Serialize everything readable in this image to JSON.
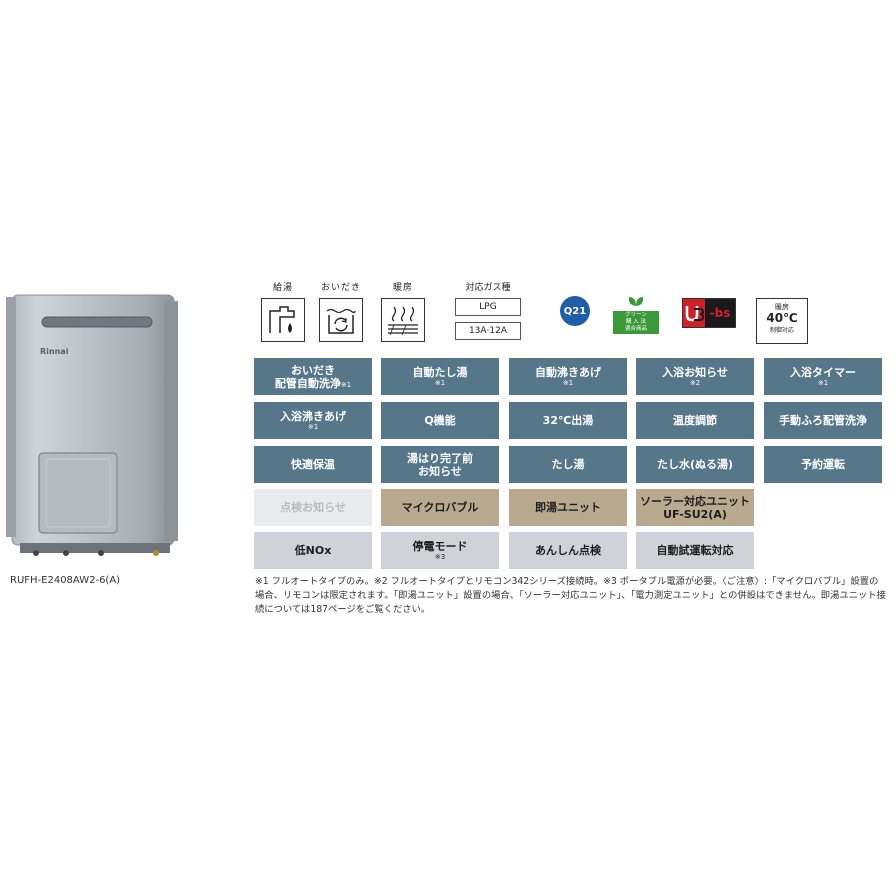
{
  "product": {
    "brand": "Rinnai",
    "model": "RUFH-E2408AW2-6(A)"
  },
  "icons": {
    "kyuto": "給湯",
    "oidaki": "おいだき",
    "danbo": "暖房",
    "gas_title": "対応ガス種",
    "gas_lpg": "LPG",
    "gas_city": "13A·12A",
    "q21": "Q21",
    "green_lines": [
      "グリーン",
      "購 入 法",
      "適合商品"
    ],
    "ub_bs": "bs",
    "heating_label": "暖房",
    "heating_temp": "40℃",
    "heating_control": "制御対応"
  },
  "features": [
    {
      "label": "おいだき",
      "label2": "配管自動洗浄",
      "note": "※1"
    },
    {
      "label": "自動たし湯",
      "note": "※1"
    },
    {
      "label": "自動沸きあげ",
      "note": "※1"
    },
    {
      "label": "入浴お知らせ",
      "note": "※2"
    },
    {
      "label": "入浴タイマー",
      "note": "※1"
    },
    {
      "label": "入浴沸きあげ",
      "note": "※1"
    },
    {
      "label": "Q機能"
    },
    {
      "label": "32℃出湯"
    },
    {
      "label": "温度調節"
    },
    {
      "label": "手動ふろ配管洗浄"
    },
    {
      "label": "快適保温"
    },
    {
      "label": "湯はり完了前",
      "label2": "お知らせ"
    },
    {
      "label": "たし湯"
    },
    {
      "label": "たし水(ぬる湯)"
    },
    {
      "label": "予約運転"
    },
    {
      "label": "点検お知らせ"
    },
    {
      "label": "マイクロバブル"
    },
    {
      "label": "即湯ユニット"
    },
    {
      "label": "ソーラー対応ユニット",
      "label2": "UF-SU2(A)"
    },
    {
      "label": "低NOx"
    },
    {
      "label": "停電モード",
      "note": "※3"
    },
    {
      "label": "あんしん点検"
    },
    {
      "label": "自動試運転対応"
    }
  ],
  "footnote": "※1 フルオートタイプのみ。※2 フルオートタイプとリモコン342シリーズ接続時。※3 ポータブル電源が必要。〈ご注意〉:「マイクロバブル」設置の場合、リモコンは限定されます。「即湯ユニット」設置の場合、「ソーラー対応ユニット」、「電力測定ユニット」との併設はできません。即湯ユニット接続については187ページをご覧ください。"
}
